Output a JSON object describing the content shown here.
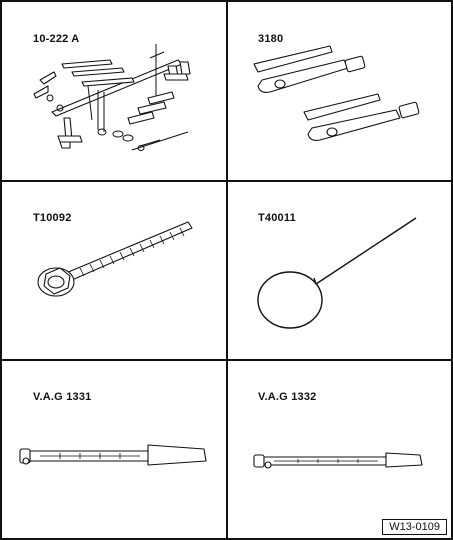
{
  "panels": [
    {
      "label": "10-222 A",
      "icon": "engine-support-bridge-icon"
    },
    {
      "label": "3180",
      "icon": "clamp-pair-icon"
    },
    {
      "label": "T10092",
      "icon": "bolt-icon"
    },
    {
      "label": "T40011",
      "icon": "pin-ring-icon"
    },
    {
      "label": "V.A.G 1331",
      "icon": "torque-wrench-large-icon"
    },
    {
      "label": "V.A.G 1332",
      "icon": "torque-wrench-small-icon"
    }
  ],
  "figure_ref": "W13-0109"
}
